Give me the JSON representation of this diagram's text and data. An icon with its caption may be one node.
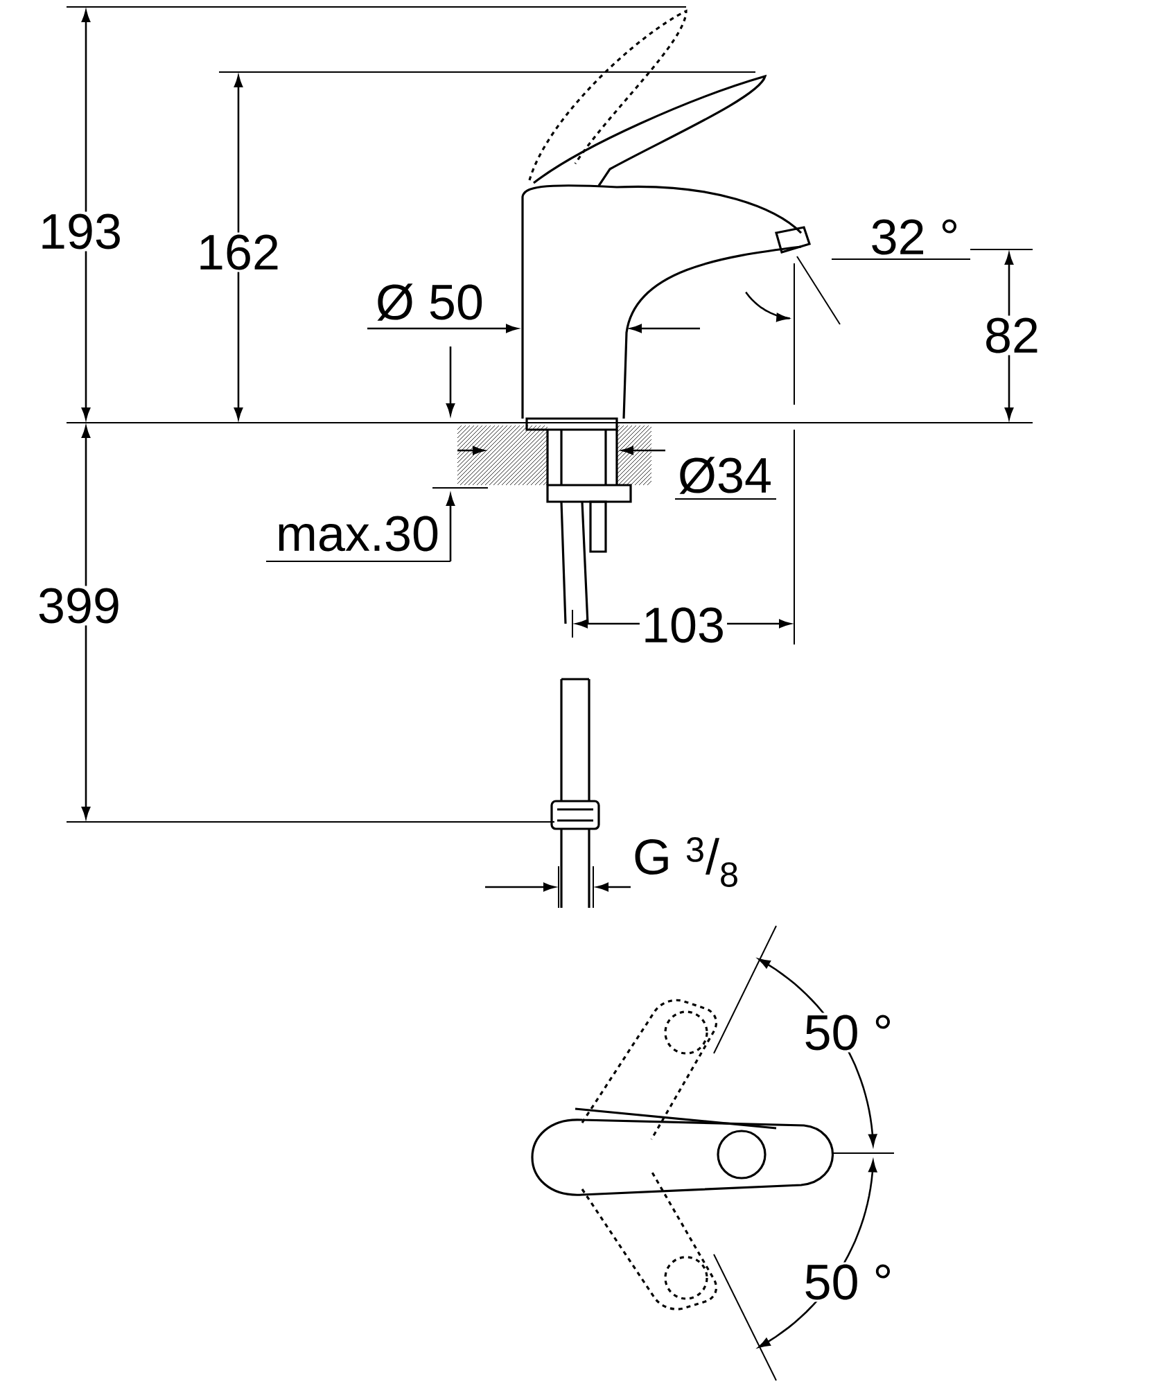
{
  "diagram": {
    "labels": [
      "193",
      "162",
      "32 °",
      "Ø 50",
      "82",
      "Ø34",
      "max.30",
      "399",
      "103",
      "G $^{3}$/$_{8}$",
      "50 °",
      "50 °"
    ]
  }
}
